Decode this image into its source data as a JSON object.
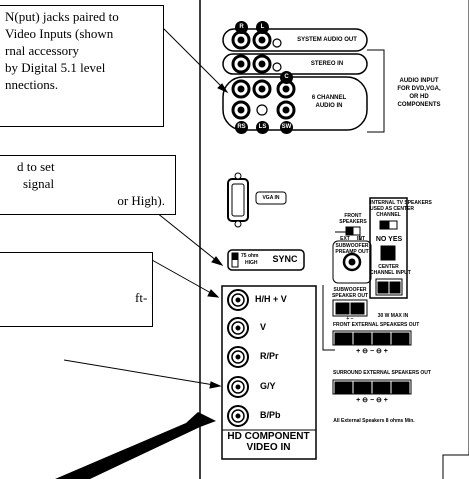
{
  "callouts": {
    "c1": [
      "N(put) jacks paired to",
      "Video Inputs (shown",
      "rnal accessory",
      "by Digital 5.1 level",
      "nnections."
    ],
    "c2": [
      "d to set",
      "signal",
      "or High)."
    ],
    "c3": [
      "ft-"
    ]
  },
  "panel": {
    "system_audio_out": "SYSTEM AUDIO OUT",
    "stereo_in": "STEREO IN",
    "six_channel": [
      "6 CHANNEL",
      "AUDIO IN"
    ],
    "audio_input": [
      "AUDIO INPUT",
      "FOR DVD,VGA,",
      "OR HD",
      "COMPONENTS"
    ],
    "tags": {
      "r": "R",
      "l": "L",
      "c": "C",
      "rs": "RS",
      "ls": "LS",
      "sw": "SW"
    },
    "vga_in": "VGA IN",
    "sync_ohm": [
      "75 ohm",
      "HIGH"
    ],
    "sync": "SYNC",
    "hd_labels": [
      "H/H + V",
      "V",
      "R/Pr",
      "G/Y",
      "B/Pb"
    ],
    "hd_title": [
      "HD COMPONENT",
      "VIDEO IN"
    ],
    "front_speakers": [
      "FRONT",
      "SPEAKERS"
    ],
    "ext_int": [
      "EXT",
      "INT"
    ],
    "subwoofer_preamp": [
      "SUBWOOFER",
      "PREAMP OUT"
    ],
    "subwoofer_speaker": [
      "SUBWOOFER",
      "SPEAKER OUT"
    ],
    "internal_tv": [
      "INTERNAL TV SPEAKERS",
      "USED AS CENTER",
      "CHANNEL"
    ],
    "no_yes": "NO  YES",
    "center_input": [
      "CENTER",
      "CHANNEL INPUT"
    ],
    "max_in": "30 W MAX IN",
    "front_ext": "FRONT EXTERNAL SPEAKERS OUT",
    "surround_ext": "SURROUND EXTERNAL SPEAKERS OUT",
    "plus_minus_1": "+  ⊖   −   ⊖  +",
    "plus_minus_2": "+  ⊖   −   ⊖  +",
    "plus_minus_sub": "+          −",
    "ohms_note": "All External Speakers 8 ohms Min."
  }
}
